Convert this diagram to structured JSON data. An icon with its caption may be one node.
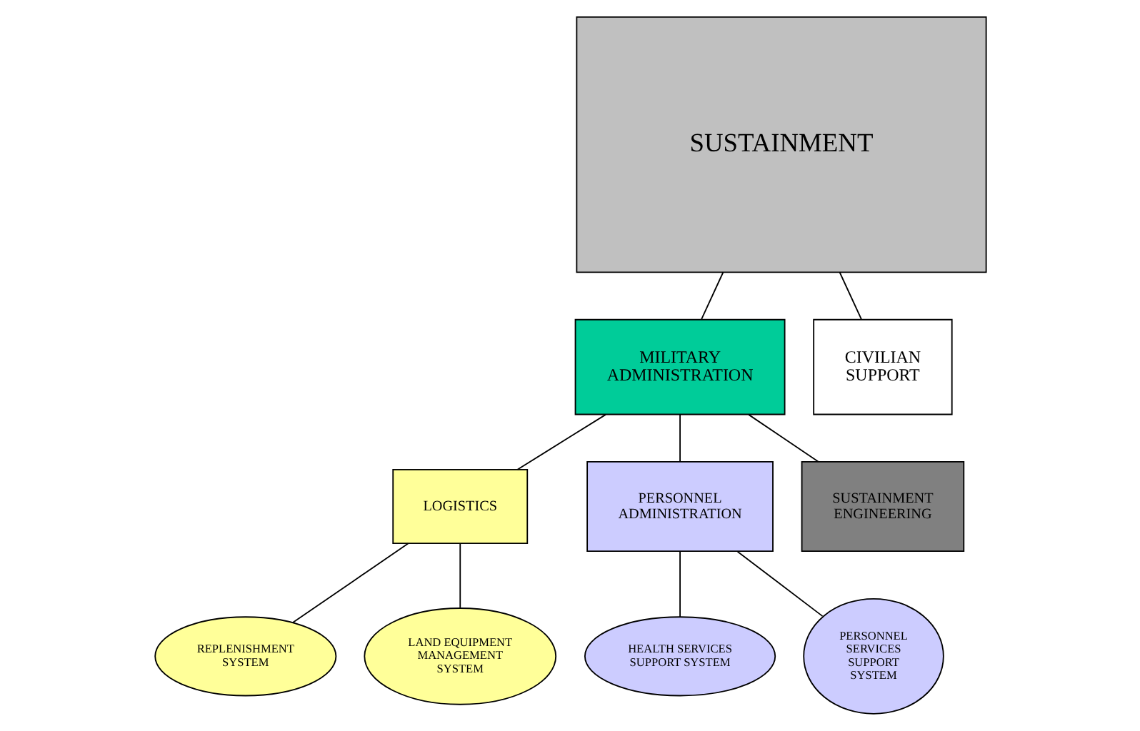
{
  "diagram": {
    "nodes": [
      {
        "text": [
          "SUSTAINMENT"
        ]
      },
      {
        "text": [
          "MILITARY ADMINISTRATION"
        ]
      },
      {
        "text": [
          "CIVILIAN SUPPORT"
        ]
      },
      {
        "text": [
          "LOGISTICS"
        ]
      },
      {
        "text": [
          "PERSONNEL ADMINISTRATION"
        ]
      },
      {
        "text": [
          "SUSTAINMENT ENGINEERING"
        ]
      },
      {
        "text": [
          "REPLENISHMENT SYSTEM"
        ]
      },
      {
        "text": [
          "LAND EQUIPMENT MANAGEMENT SYSTEM"
        ]
      },
      {
        "text": [
          "HEALTH SERVICES SUPPORT SYSTEM"
        ]
      },
      {
        "text": [
          "PERSONNEL SERVICES SUPPORT SYSTEM"
        ]
      }
    ],
    "edges": [
      {
        "from": 0,
        "to": 1,
        "arrow": "none"
      },
      {
        "from": 0,
        "to": 2,
        "arrow": "none"
      },
      {
        "from": 1,
        "to": 3,
        "arrow": "none"
      },
      {
        "from": 1,
        "to": 4,
        "arrow": "none"
      },
      {
        "from": 1,
        "to": 5,
        "arrow": "none"
      },
      {
        "from": 3,
        "to": 6,
        "arrow": "none"
      },
      {
        "from": 3,
        "to": 7,
        "arrow": "none"
      },
      {
        "from": 4,
        "to": 8,
        "arrow": "none"
      },
      {
        "from": 4,
        "to": 9,
        "arrow": "none"
      }
    ]
  }
}
